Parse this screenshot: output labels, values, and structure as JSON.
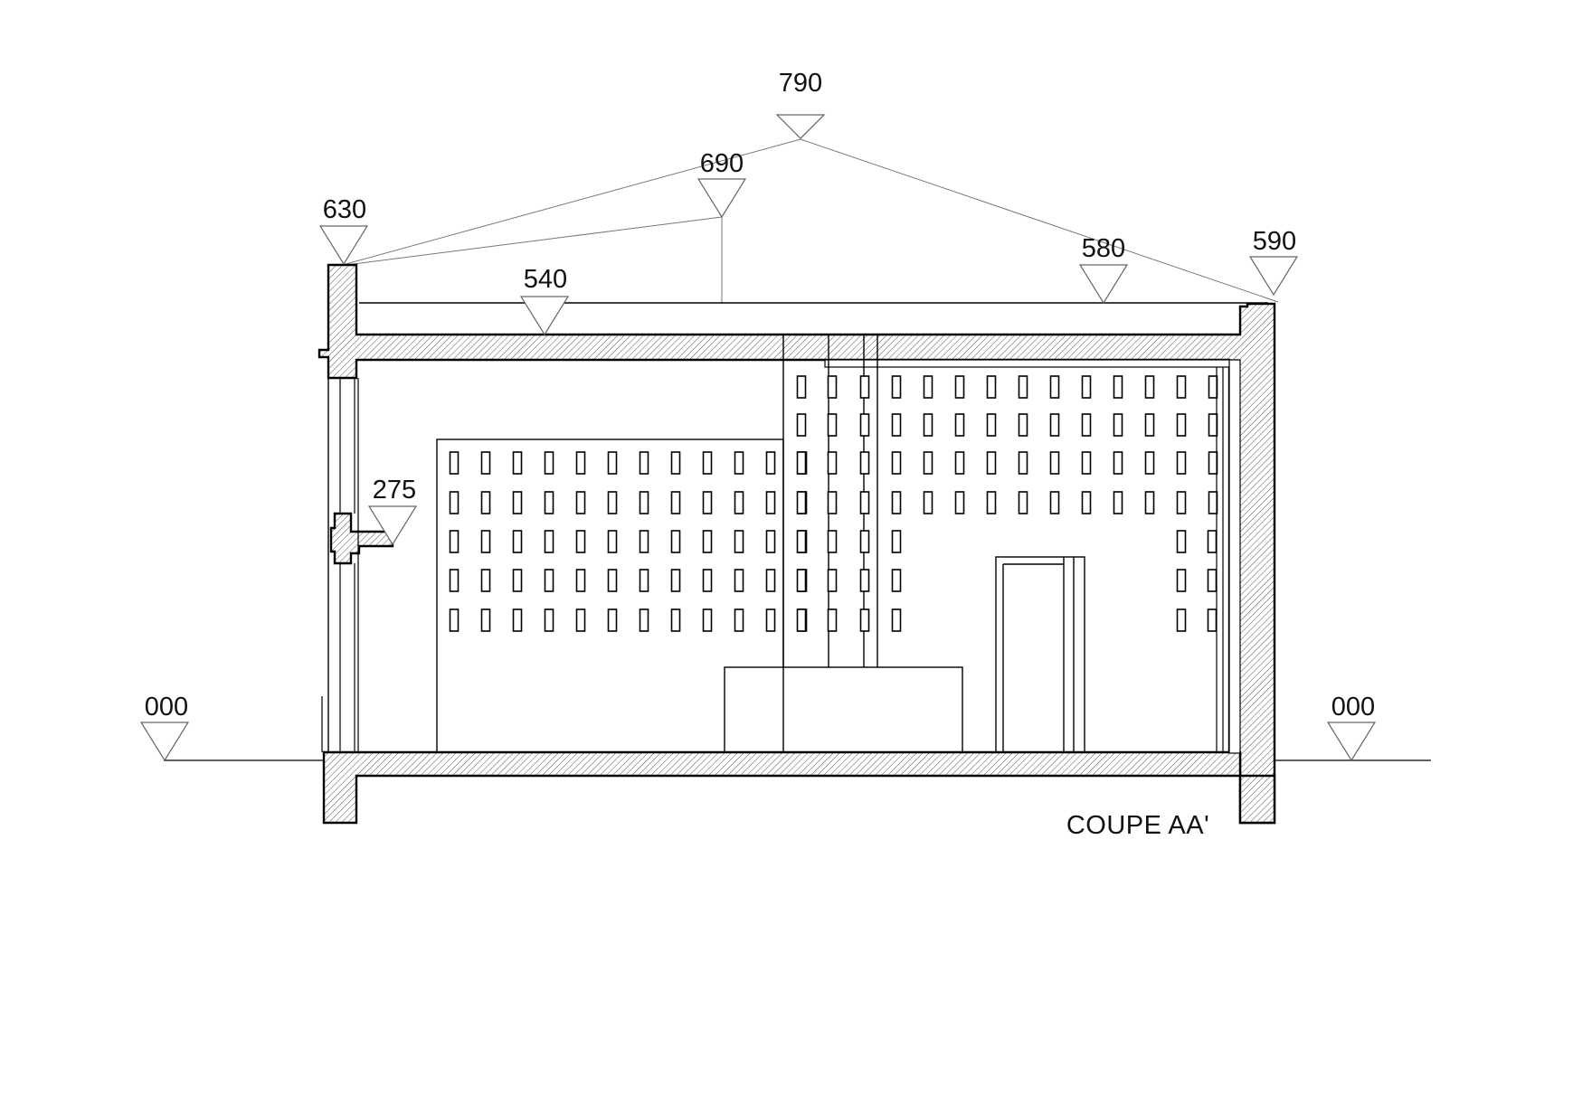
{
  "drawing": {
    "title": "COUPE AA'",
    "levels": {
      "roof_peak": "790",
      "roof_mid": "690",
      "left_parapet": "630",
      "roof_slab": "540",
      "right_roof": "580",
      "right_parapet": "590",
      "mezzanine": "275",
      "ground_left": "000",
      "ground_right": "000"
    }
  }
}
